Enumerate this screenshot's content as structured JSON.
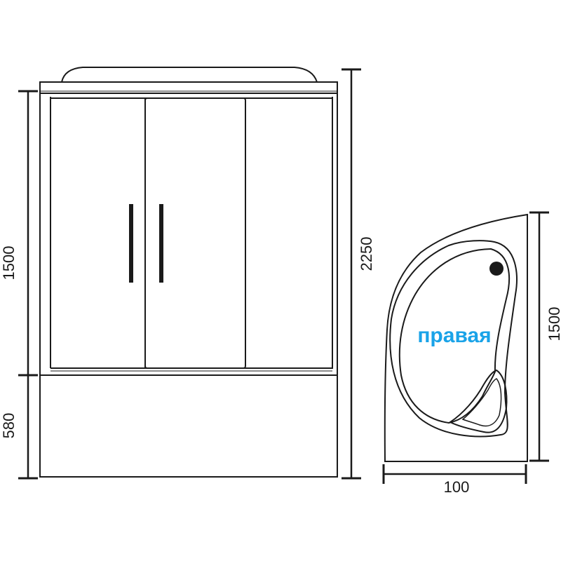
{
  "dimensions": {
    "cabin_height": "1500",
    "total_height": "2250",
    "tub_height": "580",
    "plan_depth": "1500",
    "plan_width": "100"
  },
  "tub_label": "правая",
  "colors": {
    "stroke": "#1a1a1a",
    "accent": "#1aa3e8",
    "background": "#ffffff"
  }
}
